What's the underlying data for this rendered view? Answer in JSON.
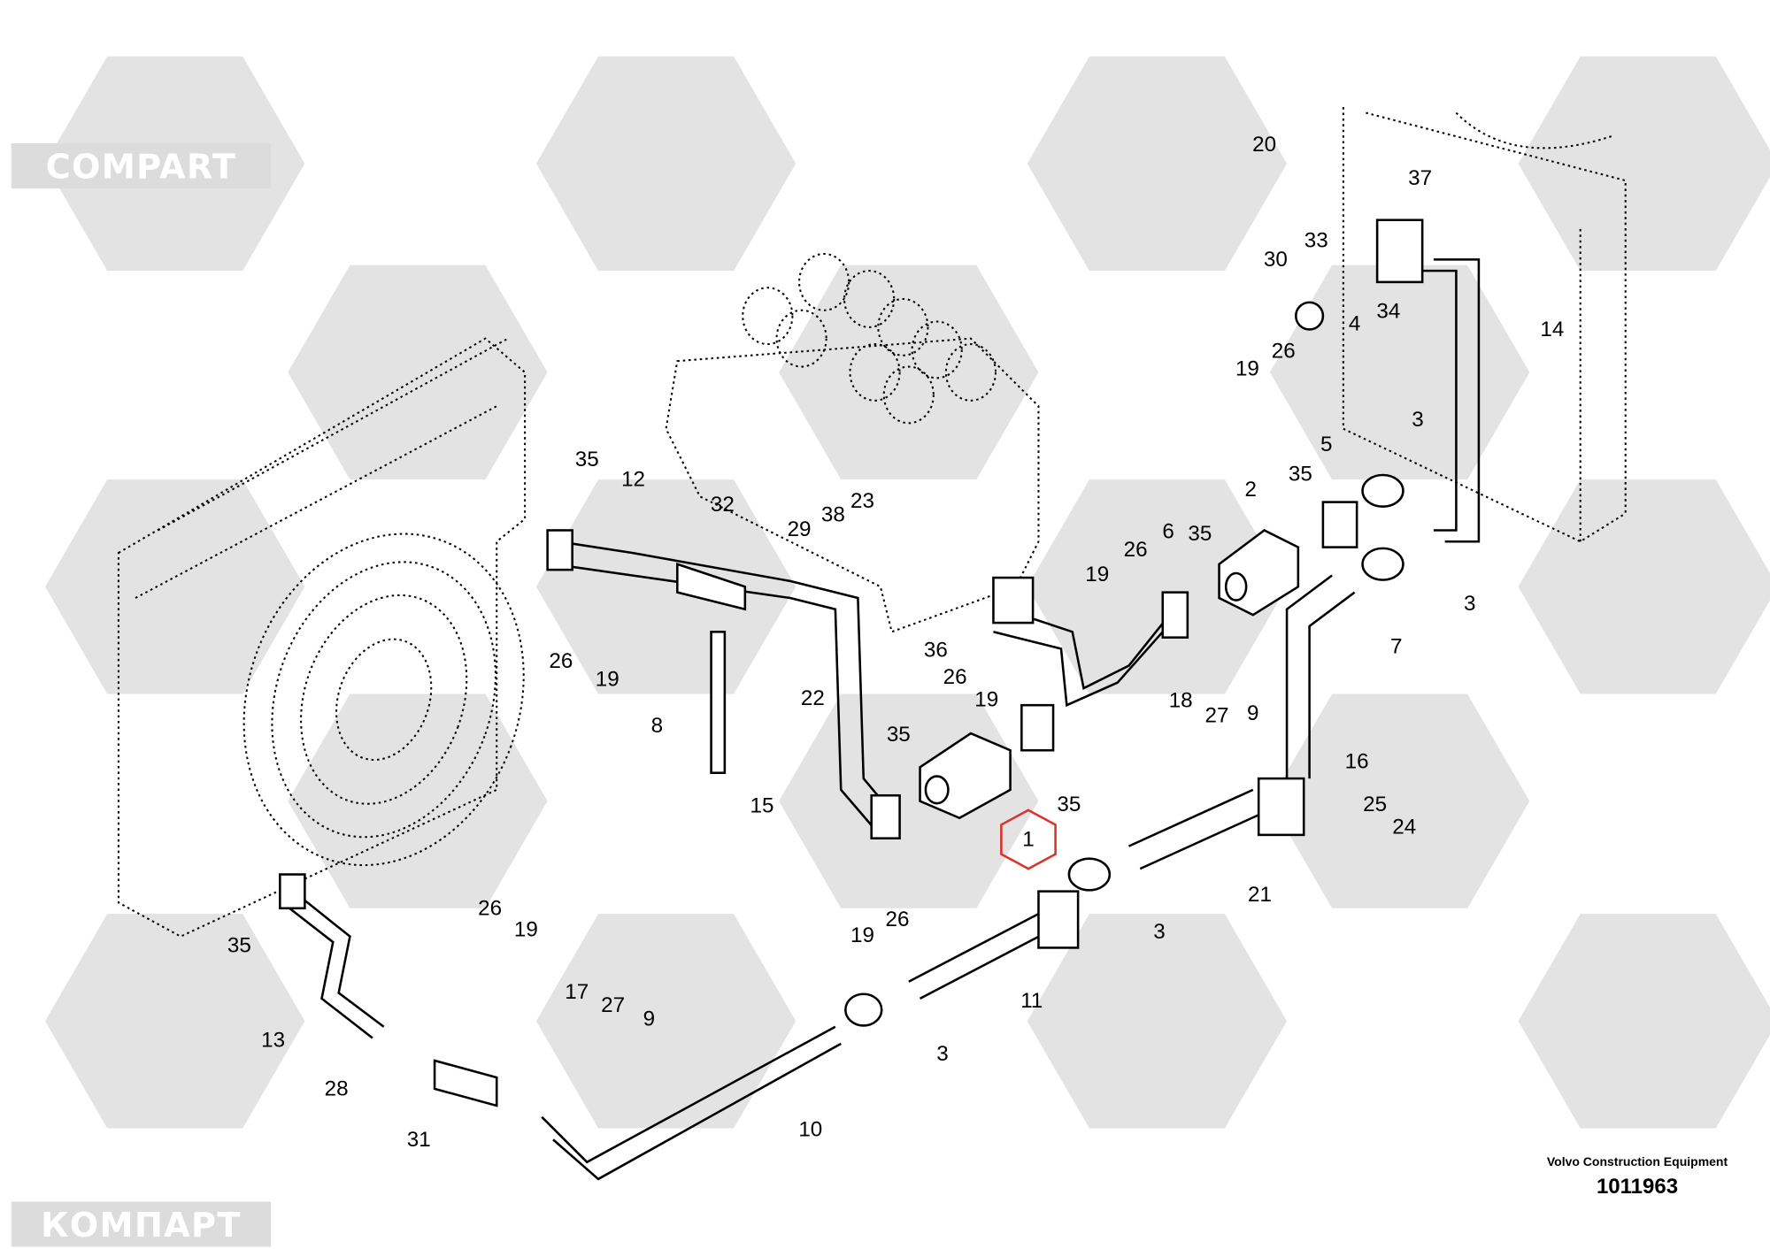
{
  "diagram": {
    "title_block": {
      "maker": "Volvo Construction Equipment",
      "drawing_number": "1011963"
    },
    "highlighted_part": "1",
    "highlight_color": "#d9342b",
    "watermark": {
      "cyrillic": "КОМПАРТ",
      "latin": "COMPART"
    },
    "callouts": [
      {
        "n": "20"
      },
      {
        "n": "37"
      },
      {
        "n": "33"
      },
      {
        "n": "30"
      },
      {
        "n": "34"
      },
      {
        "n": "4"
      },
      {
        "n": "14"
      },
      {
        "n": "26"
      },
      {
        "n": "19"
      },
      {
        "n": "3"
      },
      {
        "n": "5"
      },
      {
        "n": "35"
      },
      {
        "n": "2"
      },
      {
        "n": "6"
      },
      {
        "n": "35"
      },
      {
        "n": "26"
      },
      {
        "n": "19"
      },
      {
        "n": "3"
      },
      {
        "n": "7"
      },
      {
        "n": "35"
      },
      {
        "n": "12"
      },
      {
        "n": "32"
      },
      {
        "n": "29"
      },
      {
        "n": "38"
      },
      {
        "n": "23"
      },
      {
        "n": "26"
      },
      {
        "n": "19"
      },
      {
        "n": "36"
      },
      {
        "n": "26"
      },
      {
        "n": "19"
      },
      {
        "n": "22"
      },
      {
        "n": "8"
      },
      {
        "n": "35"
      },
      {
        "n": "18"
      },
      {
        "n": "27"
      },
      {
        "n": "9"
      },
      {
        "n": "16"
      },
      {
        "n": "15"
      },
      {
        "n": "35"
      },
      {
        "n": "1"
      },
      {
        "n": "25"
      },
      {
        "n": "24"
      },
      {
        "n": "21"
      },
      {
        "n": "3"
      },
      {
        "n": "19"
      },
      {
        "n": "26"
      },
      {
        "n": "35"
      },
      {
        "n": "26"
      },
      {
        "n": "19"
      },
      {
        "n": "13"
      },
      {
        "n": "11"
      },
      {
        "n": "17"
      },
      {
        "n": "27"
      },
      {
        "n": "9"
      },
      {
        "n": "3"
      },
      {
        "n": "28"
      },
      {
        "n": "10"
      },
      {
        "n": "31"
      }
    ]
  }
}
